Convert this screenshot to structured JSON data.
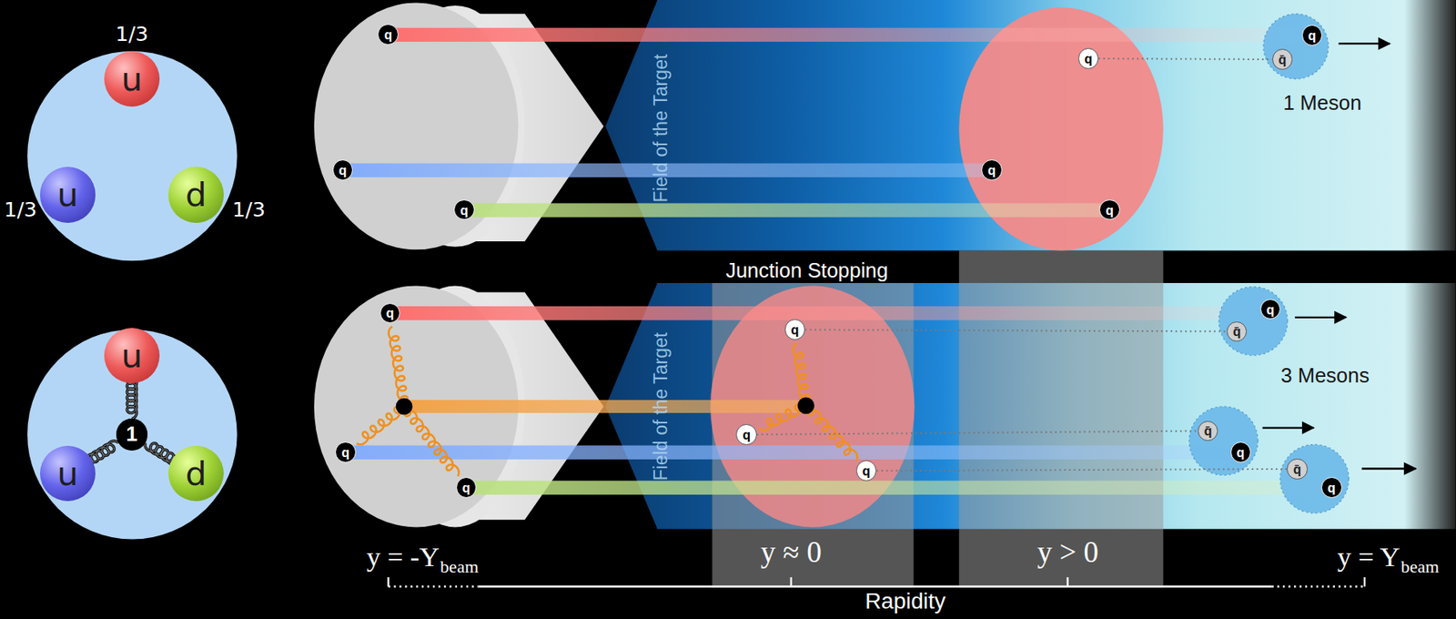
{
  "diagram": {
    "nodes": [
      {
        "text": [
          "u",
          "1/3"
        ]
      },
      {
        "text": [
          "u",
          "1/3"
        ]
      },
      {
        "text": [
          "d",
          "1/3"
        ]
      },
      {
        "text": [
          "u"
        ]
      },
      {
        "text": [
          "1"
        ]
      },
      {
        "text": [
          "u"
        ]
      },
      {
        "text": [
          "d"
        ]
      },
      {
        "text": [
          "q"
        ]
      },
      {
        "text": [
          "q"
        ]
      },
      {
        "text": [
          "q"
        ]
      },
      {
        "text": [
          "q"
        ]
      },
      {
        "text": [
          "q"
        ]
      },
      {
        "text": [
          "q"
        ]
      },
      {
        "text": [
          "q̄"
        ]
      },
      {
        "text": [
          "q"
        ]
      },
      {
        "text": [
          "q"
        ]
      },
      {
        "text": [
          "q"
        ]
      },
      {
        "text": [
          "q"
        ]
      },
      {
        "text": [
          "q"
        ]
      },
      {
        "text": [
          "q"
        ]
      },
      {
        "text": [
          "q"
        ]
      },
      {
        "text": [
          "q̄"
        ]
      },
      {
        "text": [
          "q"
        ]
      },
      {
        "text": [
          "q̄"
        ]
      },
      {
        "text": [
          "q"
        ]
      },
      {
        "text": [
          "q̄"
        ]
      },
      {
        "text": [
          "q"
        ]
      }
    ],
    "edges": [
      {
        "from": 3,
        "to": 4,
        "arrow": "none"
      },
      {
        "from": 5,
        "to": 4,
        "arrow": "none"
      },
      {
        "from": 6,
        "to": 4,
        "arrow": "none"
      },
      {
        "from": 10,
        "to": 13,
        "arrow": "none"
      },
      {
        "from": 18,
        "to": 21,
        "arrow": "none"
      },
      {
        "from": 19,
        "to": 23,
        "arrow": "none"
      },
      {
        "from": 20,
        "to": 25,
        "arrow": "none"
      }
    ],
    "labels": [
      "Field of the Target",
      "1 Meson",
      "Junction Stopping",
      "Field of the Target",
      "3 Mesons",
      "y = -Y",
      "beam",
      "y ≈ 0",
      "y > 0",
      "y = Y",
      "beam",
      "Rapidity"
    ]
  }
}
